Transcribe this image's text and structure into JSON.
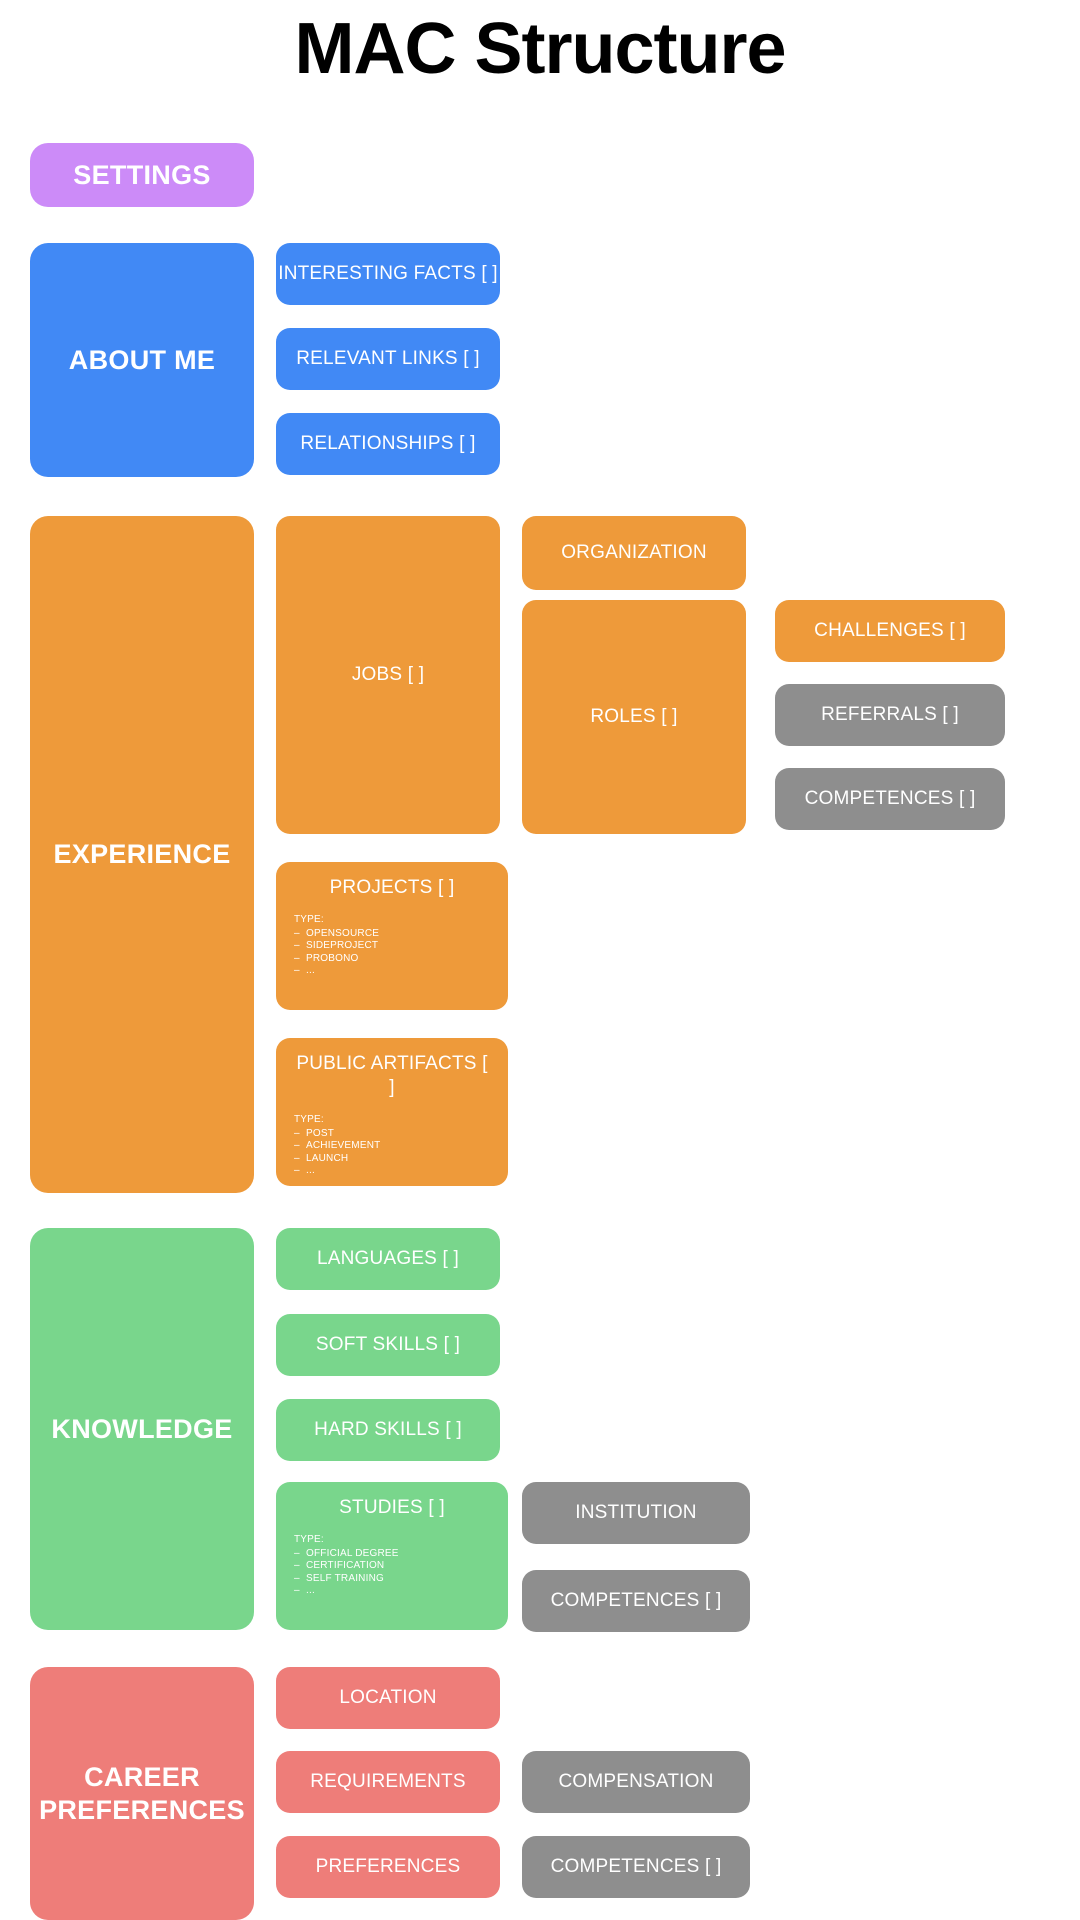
{
  "title": "MAC Structure",
  "colors": {
    "settings": "#cc8bf8",
    "about_me": "#4189f5",
    "experience": "#ee9a3a",
    "knowledge": "#79d68c",
    "career_preferences": "#ee7d79",
    "shared": "#8e8e8e",
    "background": "#ffffff",
    "title_text": "#000000",
    "card_text": "#ffffff"
  },
  "sections": {
    "settings": {
      "label": "SETTINGS"
    },
    "about_me": {
      "label": "ABOUT ME",
      "children": [
        {
          "label": "INTERESTING FACTS [ ]"
        },
        {
          "label": "RELEVANT LINKS [ ]"
        },
        {
          "label": "RELATIONSHIPS [ ]"
        }
      ]
    },
    "experience": {
      "label": "EXPERIENCE",
      "jobs": {
        "label": "JOBS [ ]"
      },
      "organization": {
        "label": "ORGANIZATION"
      },
      "roles": {
        "label": "ROLES [ ]"
      },
      "challenges": {
        "label": "CHALLENGES [ ]"
      },
      "referrals": {
        "label": "REFERRALS [ ]"
      },
      "competences": {
        "label": "COMPETENCES [ ]"
      },
      "projects": {
        "label": "PROJECTS [ ]",
        "type_label": "TYPE:",
        "types": [
          "OPENSOURCE",
          "SIDEPROJECT",
          "PROBONO",
          "..."
        ]
      },
      "public_artifacts": {
        "label": "PUBLIC ARTIFACTS [ ]",
        "type_label": "TYPE:",
        "types": [
          "POST",
          "ACHIEVEMENT",
          "LAUNCH",
          "..."
        ]
      }
    },
    "knowledge": {
      "label": "KNOWLEDGE",
      "languages": {
        "label": "LANGUAGES [ ]"
      },
      "soft_skills": {
        "label": "SOFT SKILLS [ ]"
      },
      "hard_skills": {
        "label": "HARD SKILLS [ ]"
      },
      "studies": {
        "label": "STUDIES [ ]",
        "type_label": "TYPE:",
        "types": [
          "OFFICIAL DEGREE",
          "CERTIFICATION",
          "SELF TRAINING",
          "..."
        ]
      },
      "institution": {
        "label": "INSTITUTION"
      },
      "competences": {
        "label": "COMPETENCES [ ]"
      }
    },
    "career_preferences": {
      "label": "CAREER PREFERENCES",
      "location": {
        "label": "LOCATION"
      },
      "requirements": {
        "label": "REQUIREMENTS"
      },
      "preferences": {
        "label": "PREFERENCES"
      },
      "compensation": {
        "label": "COMPENSATION"
      },
      "competences": {
        "label": "COMPETENCES [ ]"
      }
    }
  }
}
